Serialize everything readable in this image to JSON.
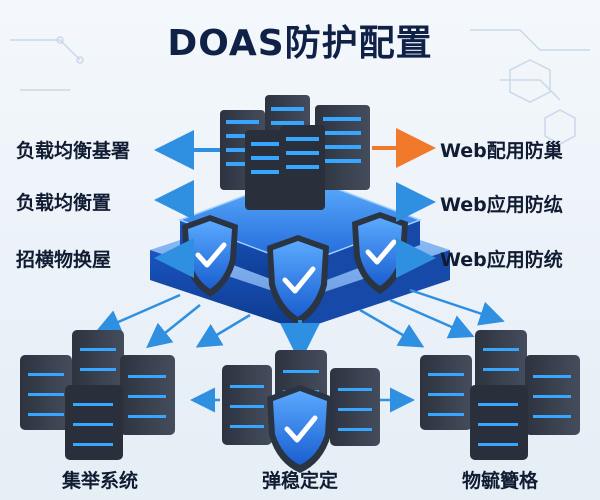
{
  "title": "DOAS防护配置",
  "left_labels": [
    "负载均衡基署",
    "负载均衡置",
    "招横物换屋"
  ],
  "right_labels": [
    "Web配用防巢",
    "Web应用防纮",
    "Web应用防统"
  ],
  "bottom_labels": [
    "集举系统",
    "弹稳定定",
    "物毓籫格"
  ],
  "colors": {
    "title": "#0f2147",
    "arrow_blue": "#2f8fe0",
    "arrow_orange": "#f07a2a",
    "platform_blue": "#1f6fe0",
    "shield_blue": "#2b7ef0",
    "server_dark": "#3a4150",
    "led_blue": "#37a6ff"
  },
  "icons": [
    "server-rack-icon",
    "shield-check-icon",
    "arrow-icon"
  ]
}
